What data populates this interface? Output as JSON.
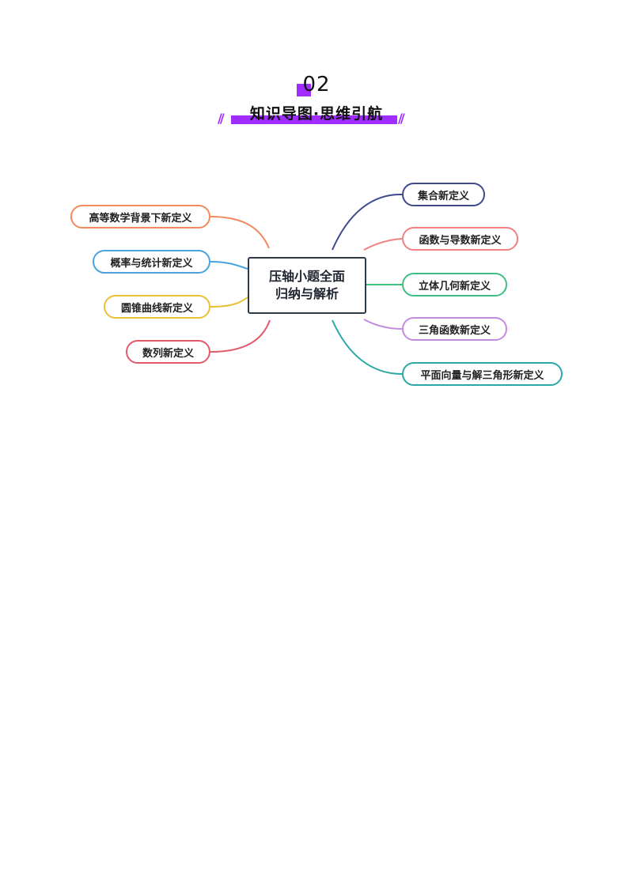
{
  "header": {
    "section_number": "02",
    "title": "知识导图·思维引航",
    "accent": "#a02cff"
  },
  "mindmap": {
    "center": {
      "line1": "压轴小题全面",
      "line2": "归纳与解析",
      "border_color": "#2d3a4a"
    },
    "left_branches": [
      {
        "label": "高等数学背景下新定义",
        "color": "#f08a5d"
      },
      {
        "label": "概率与统计新定义",
        "color": "#4aa3df"
      },
      {
        "label": "圆锥曲线新定义",
        "color": "#e8c03a"
      },
      {
        "label": "数列新定义",
        "color": "#e05a6a"
      }
    ],
    "right_branches": [
      {
        "label": "集合新定义",
        "color": "#3f4a8c"
      },
      {
        "label": "函数与导数新定义",
        "color": "#f28080"
      },
      {
        "label": "立体几何新定义",
        "color": "#3fbf7f"
      },
      {
        "label": "三角函数新定义",
        "color": "#c38be0"
      },
      {
        "label": "平面向量与解三角形新定义",
        "color": "#2aa8a8"
      }
    ]
  }
}
